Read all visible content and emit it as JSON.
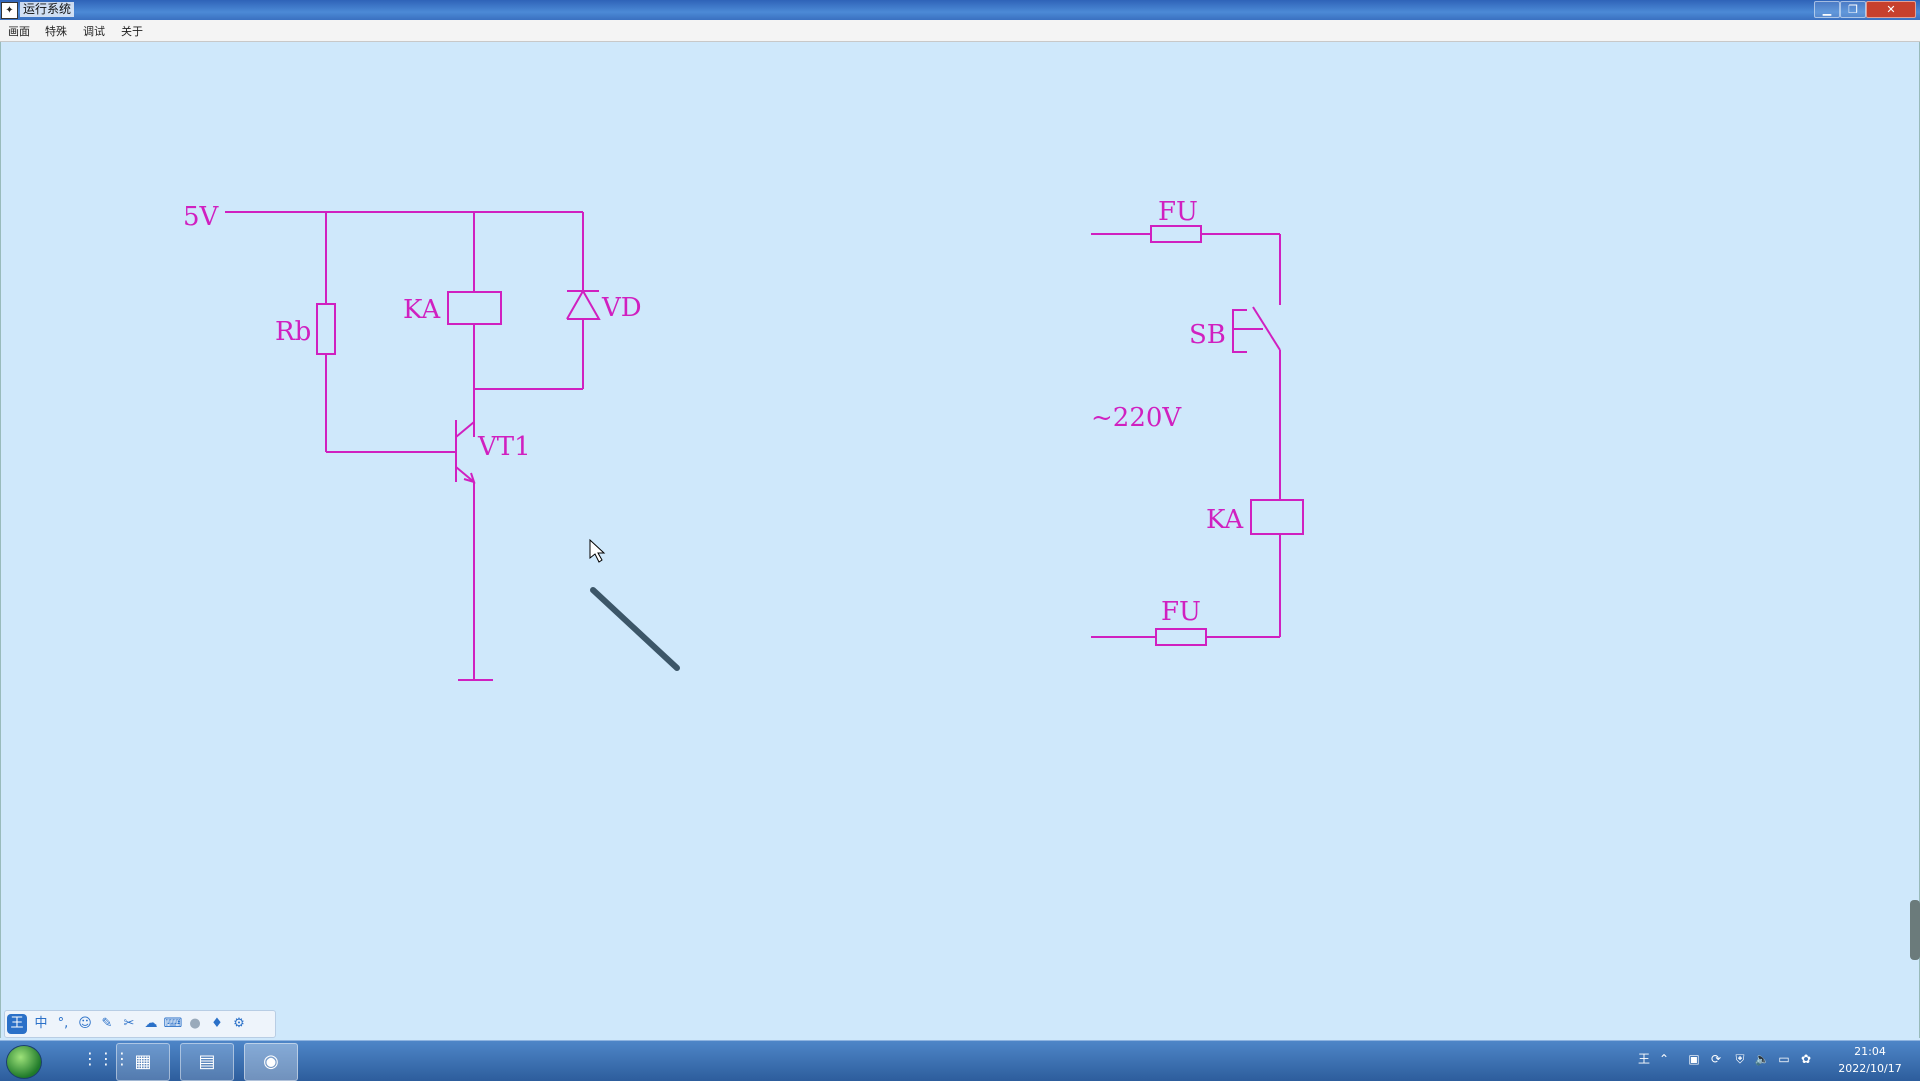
{
  "window": {
    "title": "运行系统"
  },
  "menu": [
    "画面",
    "特殊",
    "调试",
    "关于"
  ],
  "circuit_left": {
    "supply_label": "5V",
    "resistor_label": "Rb",
    "relay_label": "KA",
    "diode_label": "VD",
    "transistor_label": "VT1"
  },
  "circuit_right": {
    "fuse_top_label": "FU",
    "button_label": "SB",
    "voltage_label": "~220V",
    "relay_label": "KA",
    "fuse_bottom_label": "FU"
  },
  "ime_toolbar": {
    "logo": "王",
    "mode": "中"
  },
  "taskbar": {
    "clock_time": "21:04",
    "clock_date": "2022/10/17"
  },
  "colors": {
    "wire": "#d020c0",
    "canvas": "#cfe8fb"
  }
}
